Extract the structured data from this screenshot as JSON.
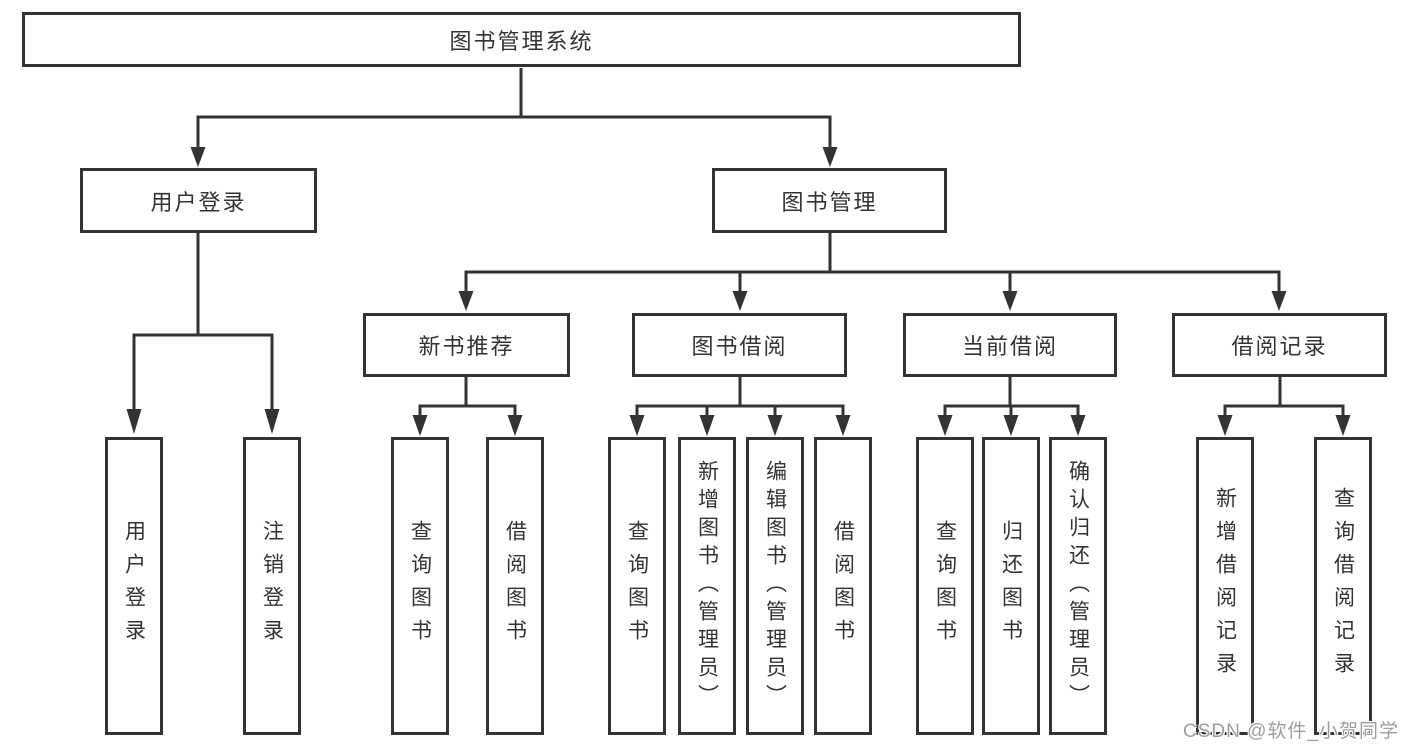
{
  "diagram": {
    "root": {
      "label": "图书管理系统"
    },
    "branches": [
      {
        "label": "用户登录",
        "children": [
          {
            "label": "用户登录"
          },
          {
            "label": "注销登录"
          }
        ]
      },
      {
        "label": "图书管理",
        "sections": [
          {
            "label": "新书推荐",
            "children": [
              {
                "label": "查询图书"
              },
              {
                "label": "借阅图书"
              }
            ]
          },
          {
            "label": "图书借阅",
            "children": [
              {
                "label": "查询图书"
              },
              {
                "label": "新增图书（管理员）"
              },
              {
                "label": "编辑图书（管理员）"
              },
              {
                "label": "借阅图书"
              }
            ]
          },
          {
            "label": "当前借阅",
            "children": [
              {
                "label": "查询图书"
              },
              {
                "label": "归还图书"
              },
              {
                "label": "确认归还（管理员）"
              }
            ]
          },
          {
            "label": "借阅记录",
            "children": [
              {
                "label": "新增借阅记录"
              },
              {
                "label": "查询借阅记录"
              }
            ]
          }
        ]
      }
    ]
  },
  "watermark": {
    "text": "CSDN @软件_小贺同学"
  },
  "colors": {
    "line": "#333333",
    "border": "#333333",
    "text": "#333333",
    "box_fill": "#ffffff",
    "watermark": "#9e9e9e",
    "background": "#ffffff"
  }
}
